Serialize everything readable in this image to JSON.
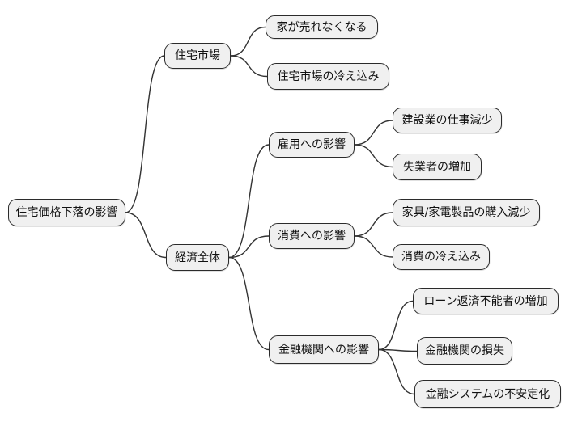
{
  "diagram": {
    "type": "mindmap",
    "background": "#ffffff",
    "node_fill": "#f0f0f0",
    "node_border": "#2b2b2b",
    "edge_color": "#333333",
    "text_color": "#111111",
    "root": {
      "label": "住宅価格下落の影響",
      "children": [
        {
          "label": "住宅市場",
          "children": [
            {
              "label": "家が売れなくなる"
            },
            {
              "label": "住宅市場の冷え込み"
            }
          ]
        },
        {
          "label": "経済全体",
          "children": [
            {
              "label": "雇用への影響",
              "children": [
                {
                  "label": "建設業の仕事減少"
                },
                {
                  "label": "失業者の増加"
                }
              ]
            },
            {
              "label": "消費への影響",
              "children": [
                {
                  "label": "家具/家電製品の購入減少"
                },
                {
                  "label": "消費の冷え込み"
                }
              ]
            },
            {
              "label": "金融機関への影響",
              "children": [
                {
                  "label": "ローン返済不能者の増加"
                },
                {
                  "label": "金融機関の損失"
                },
                {
                  "label": "金融システムの不安定化"
                }
              ]
            }
          ]
        }
      ]
    }
  }
}
